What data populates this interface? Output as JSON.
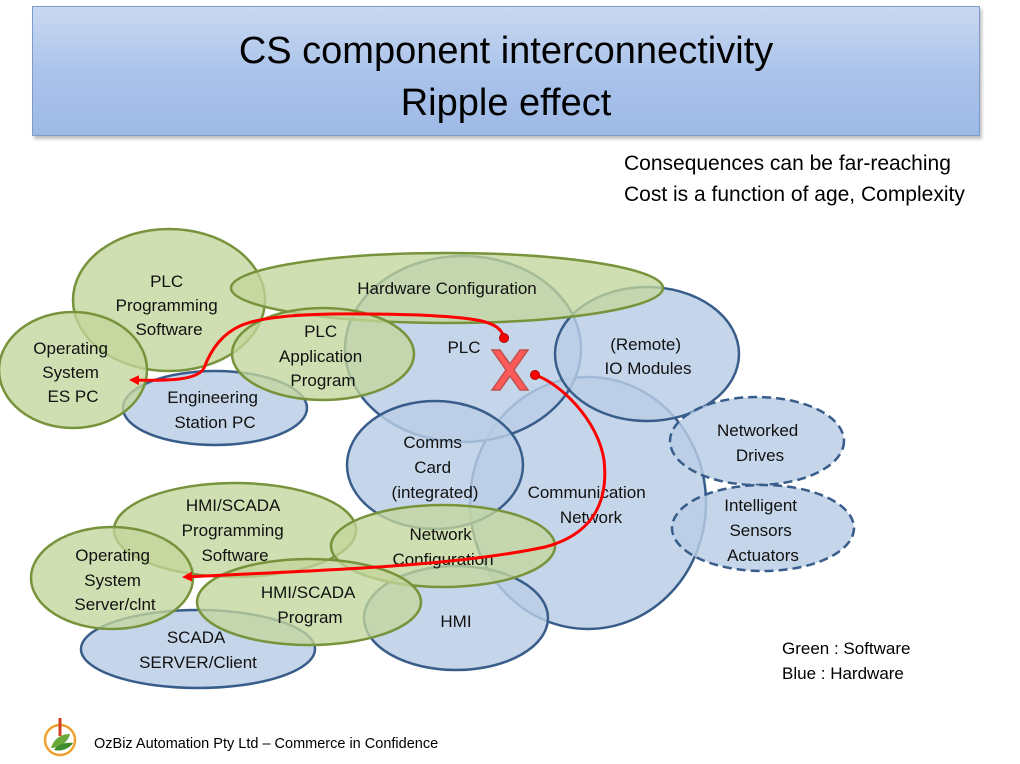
{
  "title": {
    "line1": "CS component interconnectivity",
    "line2": "Ripple effect"
  },
  "notes": [
    "Consequences can be far-reaching",
    "Cost is a function of age, Complexity"
  ],
  "legend": [
    "Green : Software",
    "Blue : Hardware"
  ],
  "colors": {
    "software_fill": "#c3d69b",
    "software_stroke": "#77933c",
    "hardware_fill": "#b9cde5",
    "hardware_stroke": "#385d8a",
    "ripple_arrow": "#ff0000"
  },
  "components": {
    "plc_programming_software": [
      "PLC",
      "Programming",
      "Software"
    ],
    "operating_system_es_pc": [
      "Operating",
      "System",
      "ES PC"
    ],
    "engineering_station_pc": [
      "Engineering",
      "Station PC"
    ],
    "hardware_configuration": [
      "Hardware Configuration"
    ],
    "plc_application_program": [
      "PLC",
      "Application",
      "Program"
    ],
    "plc": [
      "PLC"
    ],
    "remote_io_modules": [
      "(Remote)",
      "IO Modules"
    ],
    "comms_card": [
      "Comms",
      "Card",
      "(integrated)"
    ],
    "communication_network": [
      "Communication",
      "Network"
    ],
    "networked_drives": [
      "Networked",
      "Drives"
    ],
    "intelligent_sensors": [
      "Intelligent",
      "Sensors",
      "Actuators"
    ],
    "hmi_scada_programming_software": [
      "HMI/SCADA",
      "Programming",
      "Software"
    ],
    "network_configuration": [
      "Network",
      "Configuration"
    ],
    "operating_system_server": [
      "Operating",
      "System",
      "Server/clnt"
    ],
    "hmi_scada_program": [
      "HMI/SCADA",
      "Program"
    ],
    "hmi": [
      "HMI"
    ],
    "scada_server_client": [
      "SCADA",
      "SERVER/Client"
    ]
  },
  "footer": {
    "logo_icon": "ozbiz-logo-icon",
    "text": "OzBiz Automation Pty Ltd – Commerce in Confidence"
  }
}
